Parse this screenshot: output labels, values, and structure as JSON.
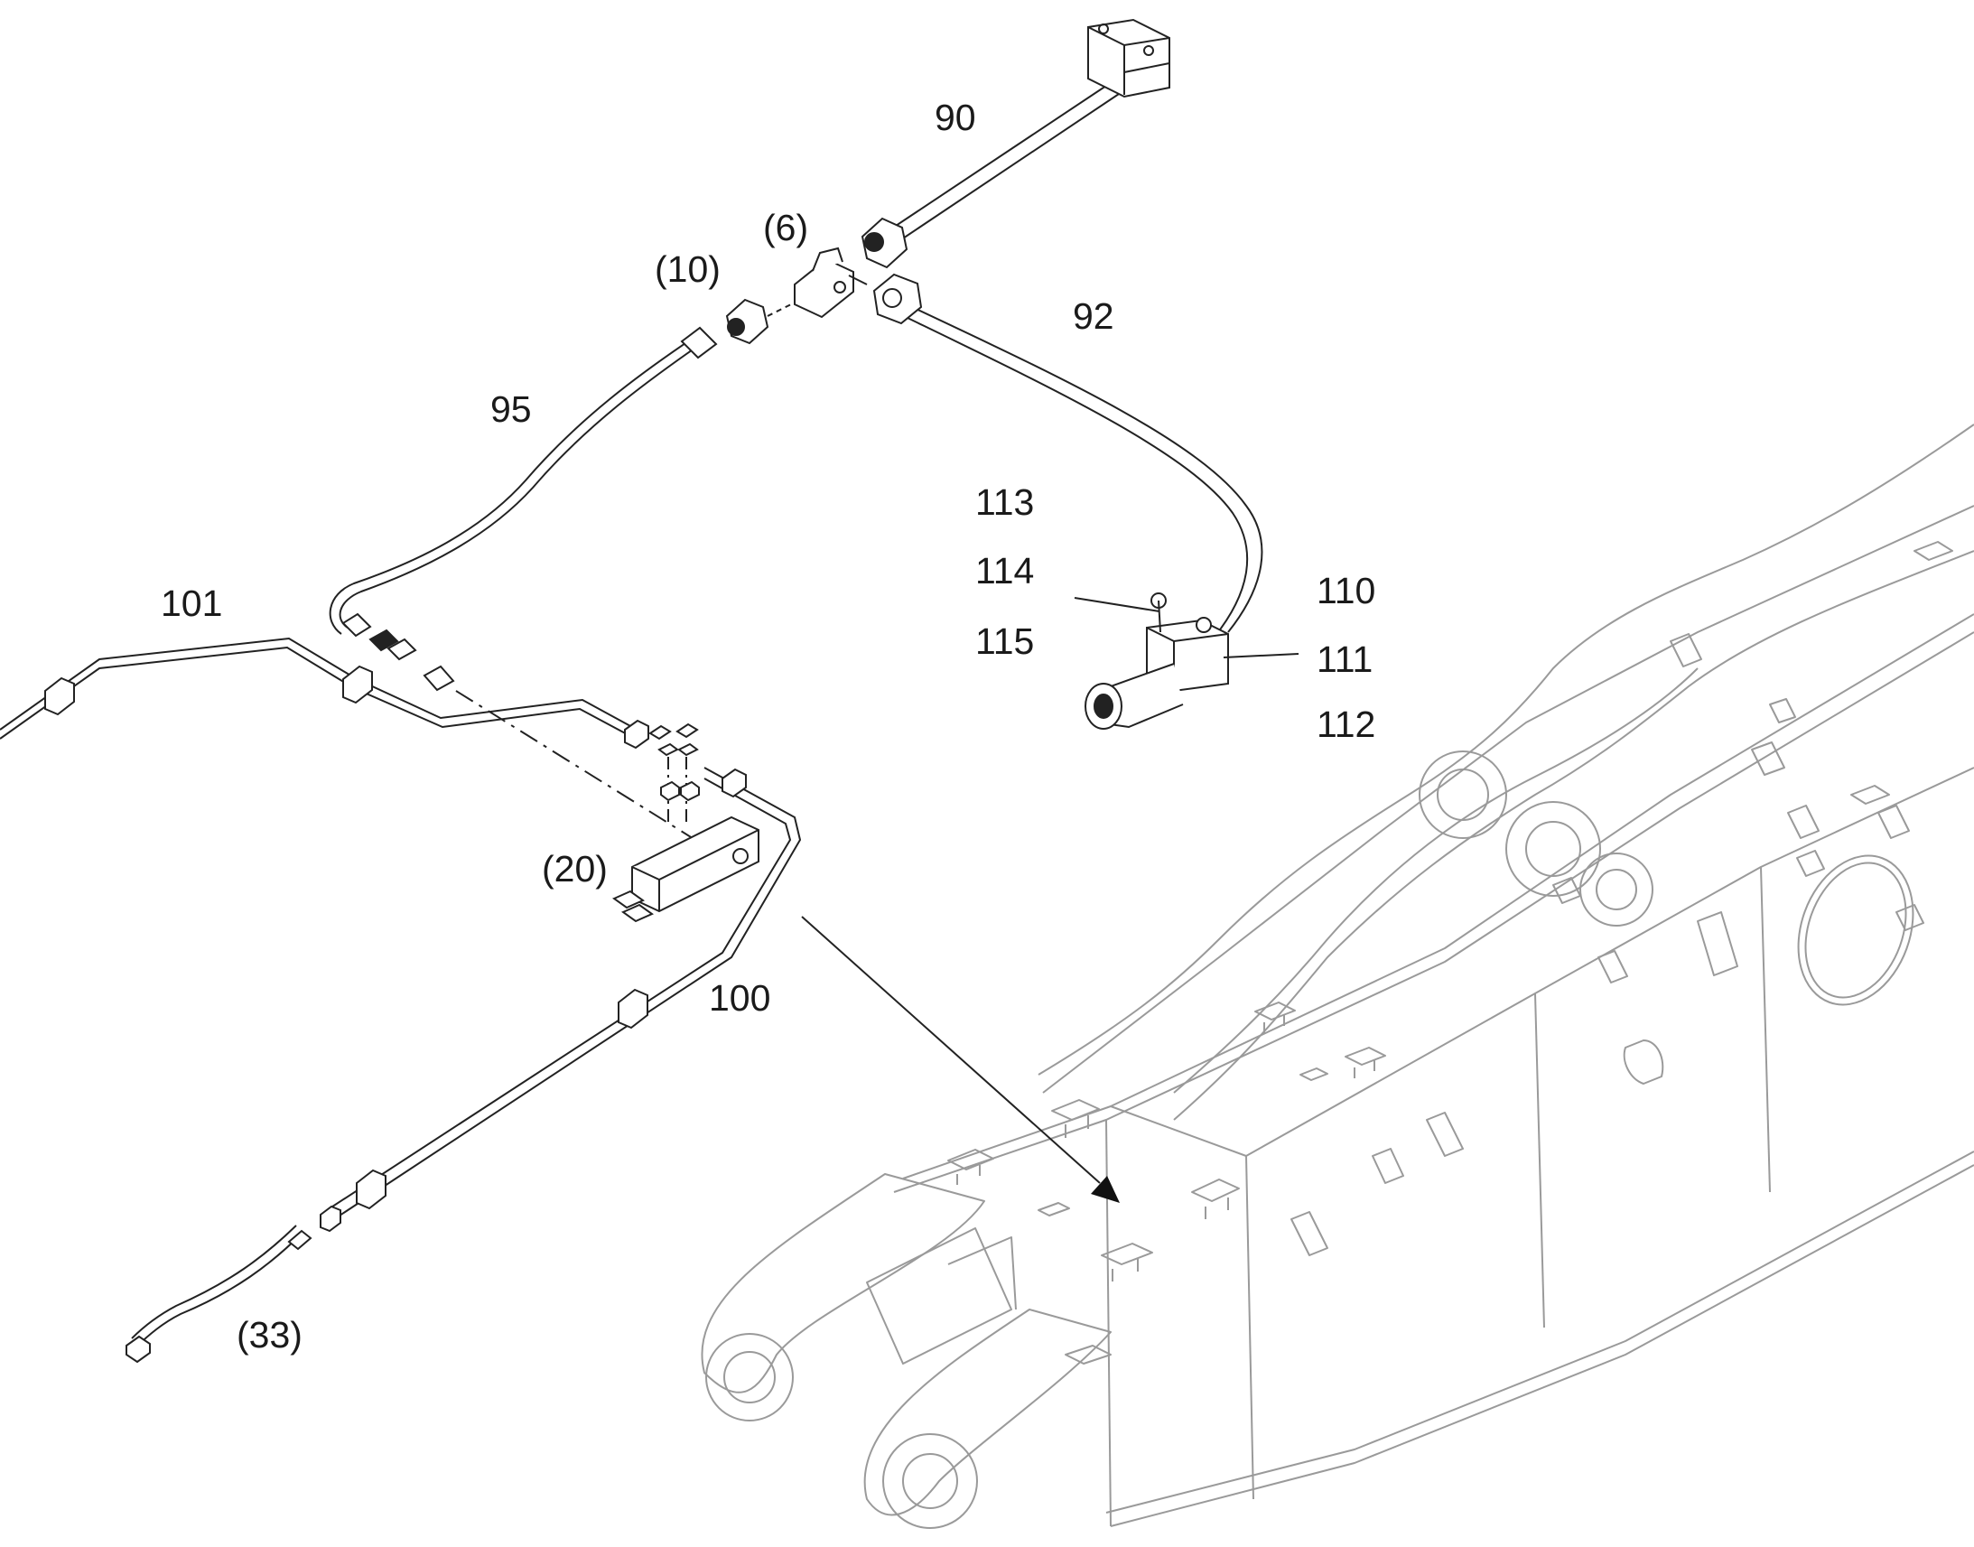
{
  "callouts": {
    "c90": "90",
    "c6": "(6)",
    "c10": "(10)",
    "c92": "92",
    "c95": "95",
    "c113": "113",
    "c114": "114",
    "c115": "115",
    "c110": "110",
    "c111": "111",
    "c112": "112",
    "c101": "101",
    "c20": "(20)",
    "c100": "100",
    "c33": "(33)"
  }
}
